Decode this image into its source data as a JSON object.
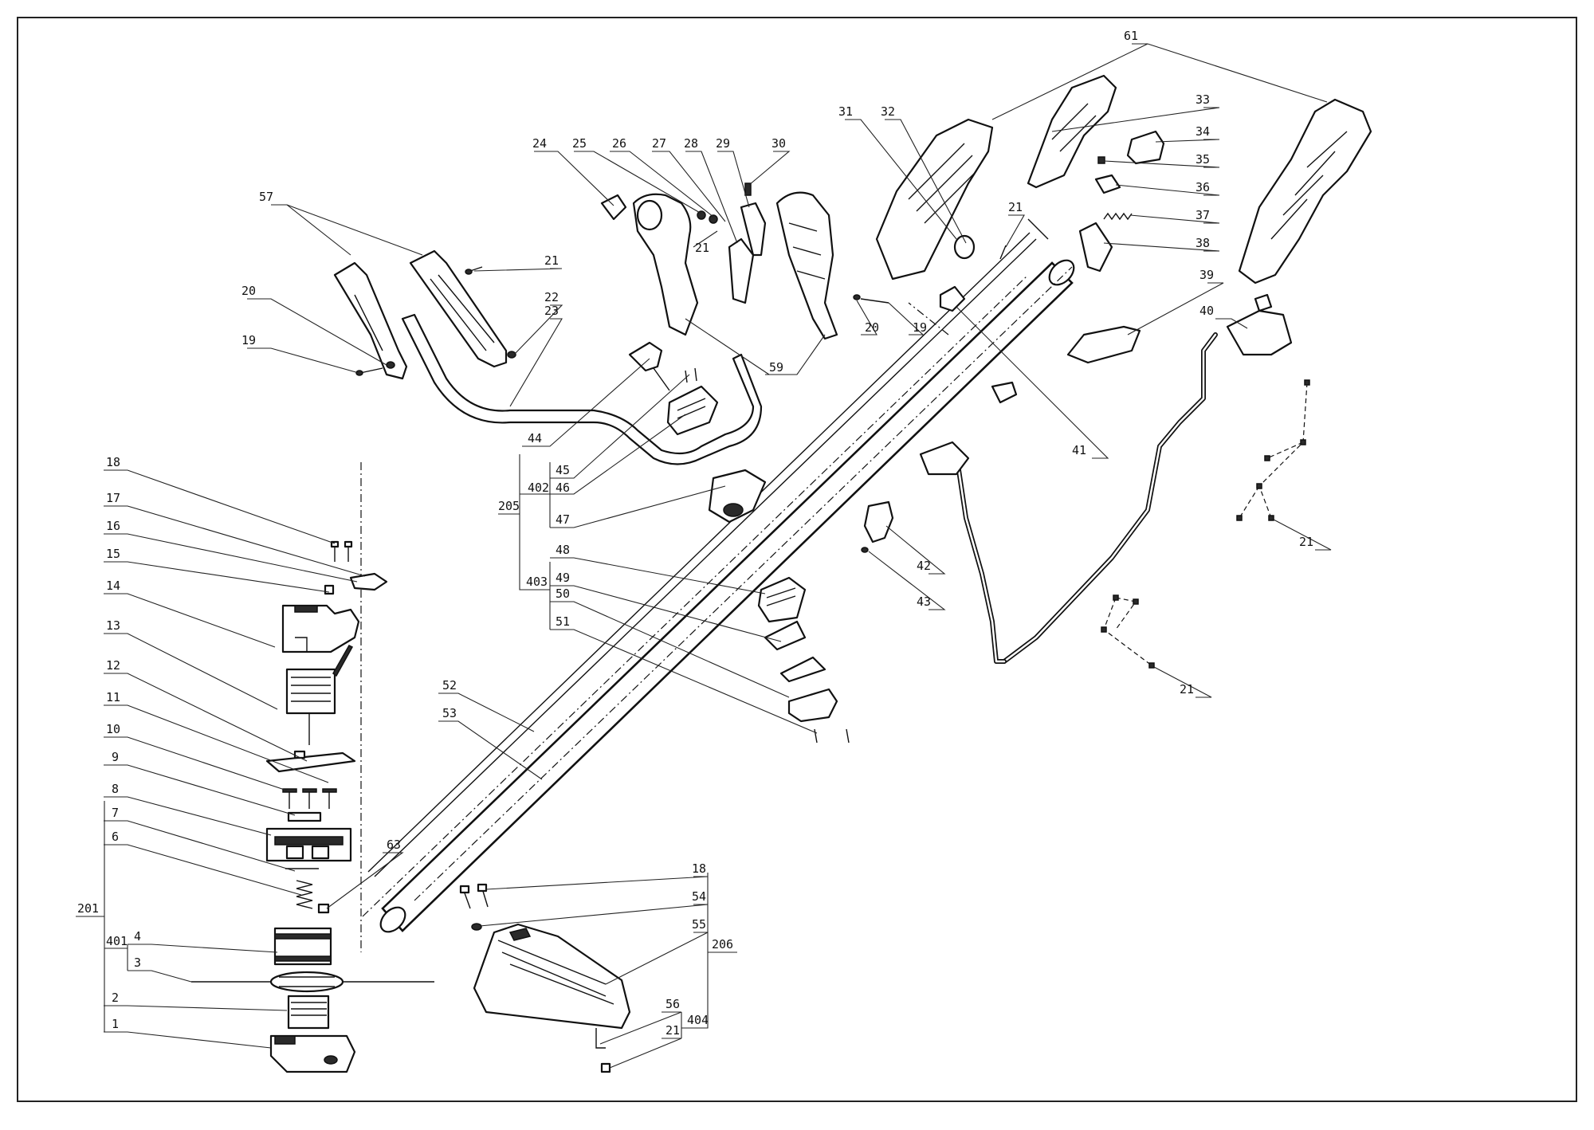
{
  "diagram": {
    "labels": {
      "l1": "1",
      "l2": "2",
      "l3": "3",
      "l4": "4",
      "l6": "6",
      "l7": "7",
      "l8": "8",
      "l9": "9",
      "l10": "10",
      "l11": "11",
      "l12": "12",
      "l13": "13",
      "l14": "14",
      "l15": "15",
      "l16": "16",
      "l17": "17",
      "l18a": "18",
      "l18b": "18",
      "l19a": "19",
      "l19b": "19",
      "l20a": "20",
      "l20b": "20",
      "l21a": "21",
      "l21b": "21",
      "l21c": "21",
      "l21d": "21",
      "l21e": "21",
      "l21f": "21",
      "l22": "22",
      "l23": "23",
      "l24": "24",
      "l25": "25",
      "l26": "26",
      "l27": "27",
      "l28": "28",
      "l29": "29",
      "l30": "30",
      "l31": "31",
      "l32": "32",
      "l33": "33",
      "l34": "34",
      "l35": "35",
      "l36": "36",
      "l37": "37",
      "l38": "38",
      "l39": "39",
      "l40": "40",
      "l41": "41",
      "l42": "42",
      "l43": "43",
      "l44": "44",
      "l45": "45",
      "l46": "46",
      "l47": "47",
      "l48": "48",
      "l49": "49",
      "l50": "50",
      "l51": "51",
      "l52": "52",
      "l53": "53",
      "l54": "54",
      "l55": "55",
      "l56": "56",
      "l57": "57",
      "l59": "59",
      "l61": "61",
      "l63": "63",
      "l201": "201",
      "l205": "205",
      "l206": "206",
      "l401": "401",
      "l402": "402",
      "l403": "403",
      "l404": "404"
    }
  }
}
